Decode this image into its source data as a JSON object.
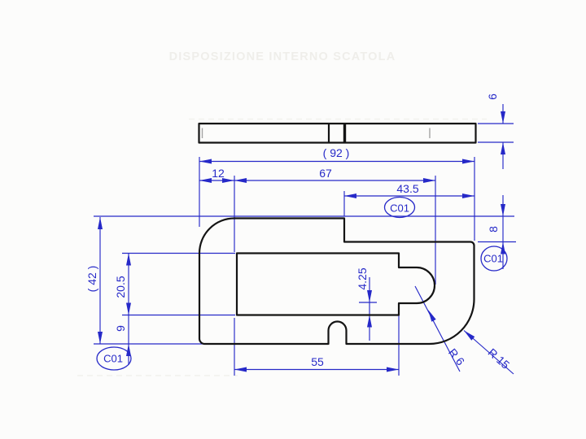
{
  "watermark": "DISPOSIZIONE INTERNO SCATOLA",
  "balloon": "C01",
  "dims": {
    "overall_width": "( 92 )",
    "corner_offset": "12",
    "slot_depth": "67",
    "top_step_width": "43.5",
    "overall_height": "( 42 )",
    "slot_height": "20.5",
    "bottom_margin": "9",
    "slot_bottom_width": "55",
    "tip_offset": "4.25",
    "step_height": "8",
    "thickness": "6",
    "radius_small": "R 6",
    "radius_large": "R 15"
  },
  "colors": {
    "dimension_blue": "#2629c8",
    "outline_black": "#141414",
    "background": "#fcfcfb",
    "watermark_gray": "#efeeea",
    "section_tick_gray": "#a3a3a3"
  }
}
